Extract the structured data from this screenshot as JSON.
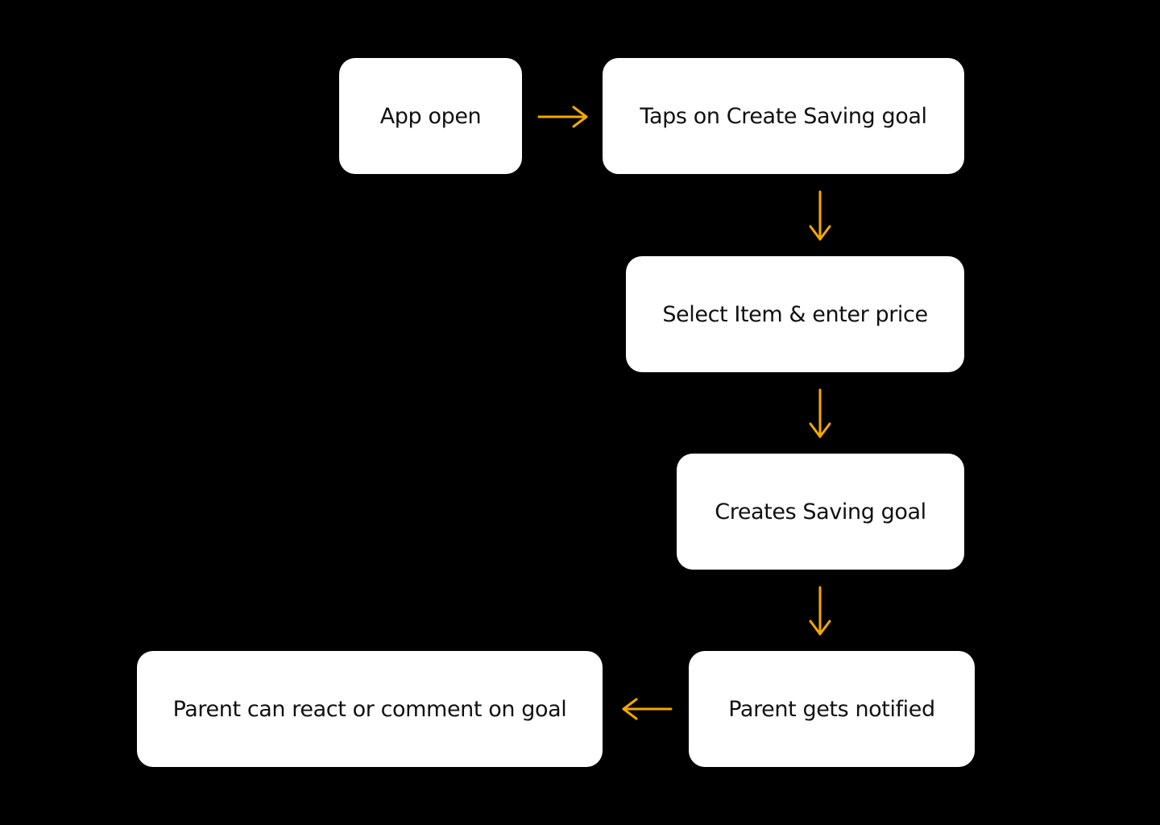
{
  "flow": {
    "nodes": [
      {
        "id": "app-open",
        "label": "App open"
      },
      {
        "id": "taps-create",
        "label": "Taps on Create Saving goal"
      },
      {
        "id": "select-item",
        "label": "Select Item & enter price"
      },
      {
        "id": "creates-goal",
        "label": "Creates Saving goal"
      },
      {
        "id": "parent-notified",
        "label": "Parent gets notified"
      },
      {
        "id": "parent-react",
        "label": "Parent can react or comment on goal"
      }
    ],
    "edges": [
      {
        "from": "app-open",
        "to": "taps-create"
      },
      {
        "from": "taps-create",
        "to": "select-item"
      },
      {
        "from": "select-item",
        "to": "creates-goal"
      },
      {
        "from": "creates-goal",
        "to": "parent-notified"
      },
      {
        "from": "parent-notified",
        "to": "parent-react"
      }
    ]
  },
  "colors": {
    "background": "#000000",
    "node_fill": "#ffffff",
    "node_text": "#111111",
    "arrow": "#F5A800"
  }
}
